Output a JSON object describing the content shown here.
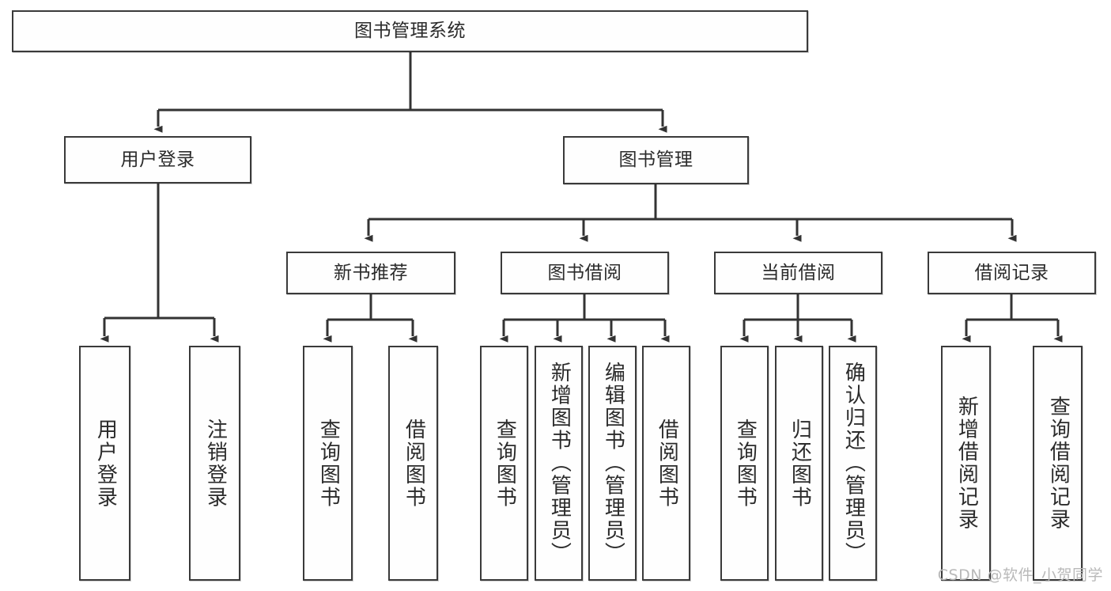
{
  "diagram": {
    "title": "图书管理系统",
    "type": "tree-hierarchy",
    "root": {
      "id": "root",
      "label": "图书管理系统"
    },
    "level2": [
      {
        "id": "user-login",
        "label": "用户登录"
      },
      {
        "id": "book-manage",
        "label": "图书管理"
      }
    ],
    "level3": [
      {
        "id": "new-book-rec",
        "label": "新书推荐"
      },
      {
        "id": "book-borrow",
        "label": "图书借阅"
      },
      {
        "id": "current-borrow",
        "label": "当前借阅"
      },
      {
        "id": "borrow-record",
        "label": "借阅记录"
      }
    ],
    "leaves": [
      {
        "id": "leaf-user-login",
        "label": "用户登录"
      },
      {
        "id": "leaf-logout",
        "label": "注销登录"
      },
      {
        "id": "leaf-query-book-1",
        "label": "查询图书"
      },
      {
        "id": "leaf-borrow-book-1",
        "label": "借阅图书"
      },
      {
        "id": "leaf-query-book-2",
        "label": "查询图书"
      },
      {
        "id": "leaf-add-book",
        "label": "新增图书（管理员）"
      },
      {
        "id": "leaf-edit-book",
        "label": "编辑图书（管理员）"
      },
      {
        "id": "leaf-borrow-book-2",
        "label": "借阅图书"
      },
      {
        "id": "leaf-query-book-3",
        "label": "查询图书"
      },
      {
        "id": "leaf-return-book",
        "label": "归还图书"
      },
      {
        "id": "leaf-confirm-return",
        "label": "确认归还（管理员）"
      },
      {
        "id": "leaf-add-record",
        "label": "新增借阅记录"
      },
      {
        "id": "leaf-query-record",
        "label": "查询借阅记录"
      }
    ]
  },
  "watermark": "CSDN @软件_小贺同学",
  "colors": {
    "box_border": "#3a3a3a",
    "box_fill": "#fefefe",
    "text": "#2b2b2b",
    "edge": "#333333",
    "watermark": "#b9b9b9",
    "background": "#ffffff"
  }
}
